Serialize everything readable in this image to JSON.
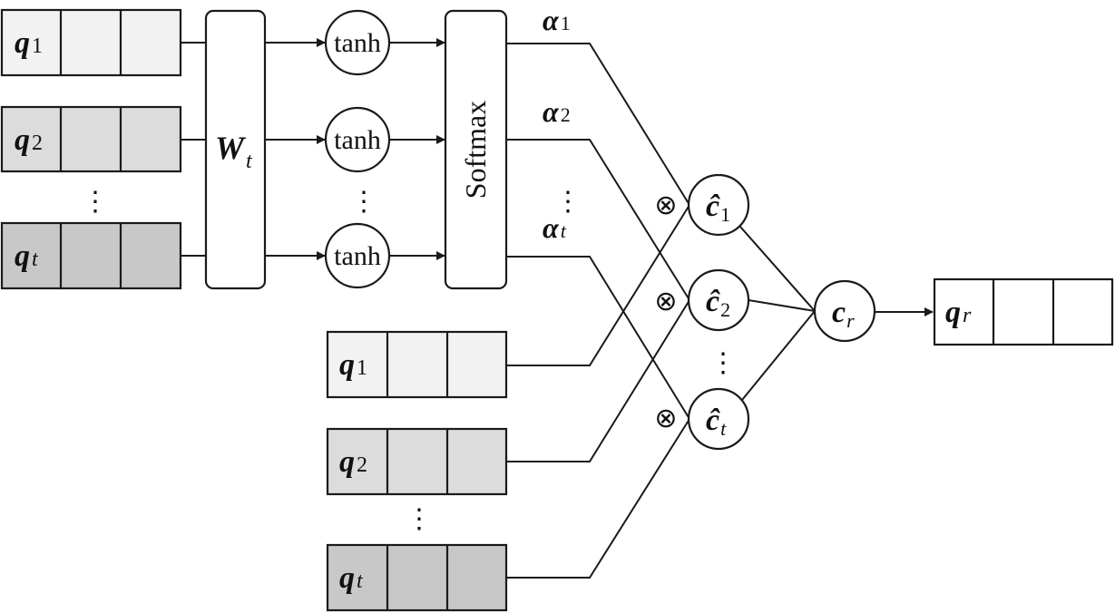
{
  "inputs_top": [
    {
      "symbol": "q",
      "sub": "1",
      "fill": "#f2f2f2"
    },
    {
      "symbol": "q",
      "sub": "2",
      "fill": "#dcdcdc"
    },
    {
      "symbol": "q",
      "sub": "t",
      "fill": "#c8c8c8"
    }
  ],
  "inputs_bottom": [
    {
      "symbol": "q",
      "sub": "1",
      "fill": "#f2f2f2"
    },
    {
      "symbol": "q",
      "sub": "2",
      "fill": "#dcdcdc"
    },
    {
      "symbol": "q",
      "sub": "t",
      "fill": "#c8c8c8"
    }
  ],
  "weight": {
    "symbol": "W",
    "sub": "t"
  },
  "activation": "tanh",
  "softmax": "Softmax",
  "alphas": [
    {
      "symbol": "α",
      "sub": "1"
    },
    {
      "symbol": "α",
      "sub": "2"
    },
    {
      "symbol": "α",
      "sub": "t"
    }
  ],
  "multiply_symbol": "⊗",
  "context": [
    {
      "symbol": "ĉ",
      "sub": "1"
    },
    {
      "symbol": "ĉ",
      "sub": "2"
    },
    {
      "symbol": "ĉ",
      "sub": "t"
    }
  ],
  "combined": {
    "symbol": "c",
    "sub": "r"
  },
  "output": {
    "symbol": "q",
    "sub": "r",
    "fill": "#ffffff"
  },
  "ellipsis": "⋮"
}
